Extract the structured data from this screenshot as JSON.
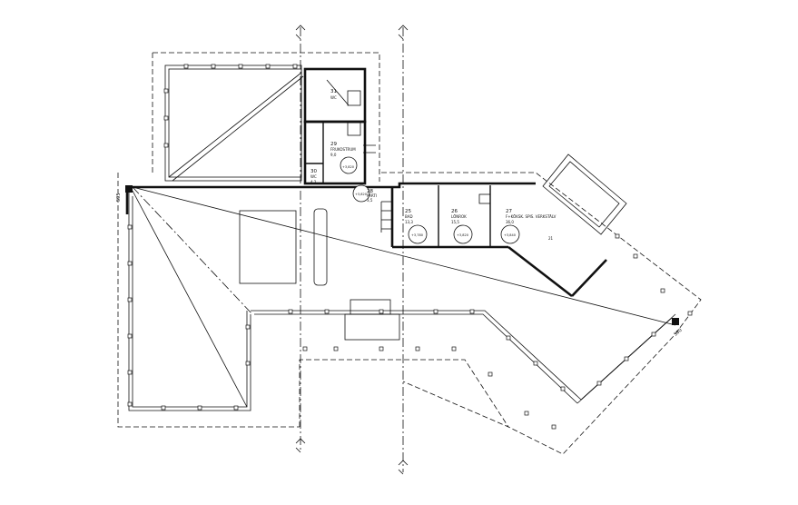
{
  "rooms": [
    {
      "number": "31",
      "name": "WC",
      "area": ""
    },
    {
      "number": "29",
      "name": "FRUKOSTRUM",
      "area": "9,0",
      "unit": "m²",
      "level": "+3,820"
    },
    {
      "number": "30",
      "name": "WC",
      "area": "4,2",
      "unit": "m²"
    },
    {
      "number": "28",
      "name": "PARTI",
      "area": "3,5",
      "level": "+3,820"
    },
    {
      "number": "25",
      "name": "BAD",
      "area": "13,3",
      "unit": "m²",
      "level": "+3,780"
    },
    {
      "number": "26",
      "name": "LÖNROK",
      "area": "15,5",
      "unit": "m²",
      "level": "+3,820"
    },
    {
      "number": "27",
      "name": "F+KÖKSK. SPIS. VERKSTÄLV",
      "area": "36,0",
      "unit": "m²",
      "level": "+3,840"
    }
  ],
  "room_extra": {
    "label_21": "21"
  },
  "dimensions": {
    "left_edge": "595",
    "right_edge": "580"
  }
}
